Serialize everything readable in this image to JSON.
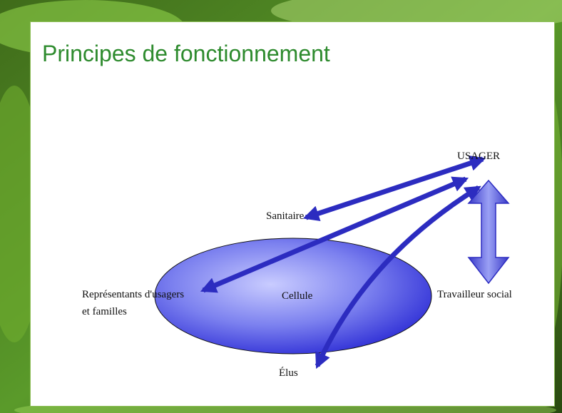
{
  "slide": {
    "title": "Principes de fonctionnement"
  },
  "diagram": {
    "nodes": {
      "usager": "USAGER",
      "sanitaire": "Sanitaire",
      "representants_line1": "Représentants d'usagers",
      "representants_line2": "et familles",
      "cellule": "Cellule",
      "travailleur_social": "Travailleur social",
      "elus": "Élus"
    }
  },
  "colors": {
    "title": "#2e8b2e",
    "arrow": "#2c2cc0",
    "ellipse_light": "#c9ccff",
    "ellipse_dark": "#2f2fd6",
    "slide_border": "#8fbf5a"
  }
}
